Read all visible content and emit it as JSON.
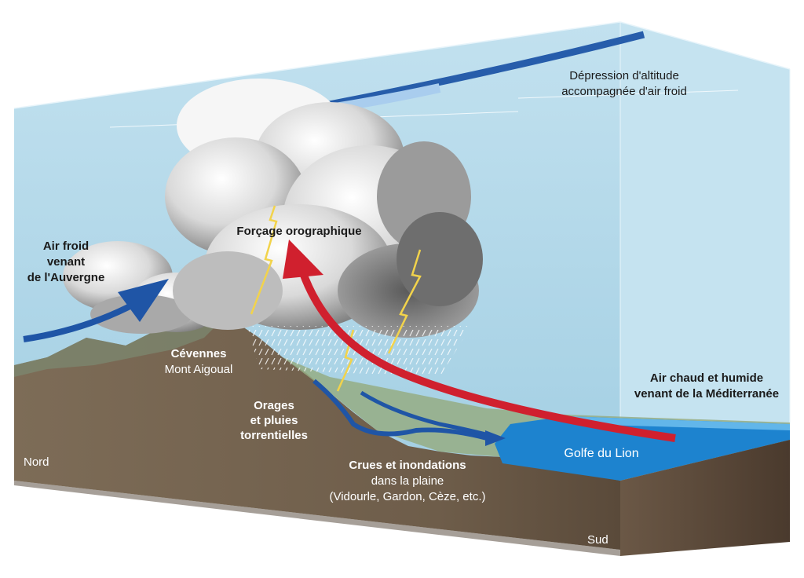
{
  "labels": {
    "depression_line1": "Dépression d'altitude",
    "depression_line2": "accompagnée d'air froid",
    "forcage": "Forçage orographique",
    "air_froid_line1": "Air froid",
    "air_froid_line2": "venant",
    "air_froid_line3": "de l'Auvergne",
    "cevennes": "Cévennes",
    "mont_aigoual": "Mont Aigoual",
    "orages_line1": "Orages",
    "orages_line2": "et pluies",
    "orages_line3": "torrentielles",
    "air_chaud_line1": "Air chaud et humide",
    "air_chaud_line2": "venant de la Méditerranée",
    "golfe": "Golfe du Lion",
    "crues_line1": "Crues et inondations",
    "crues_line2": "dans la plaine",
    "crues_line3": "(Vidourle, Gardon, Cèze, etc.)",
    "nord": "Nord",
    "sud": "Sud"
  },
  "colors": {
    "sky": "#a9d3e6",
    "sky_top": "#c7e4f0",
    "ground": "#7b6a55",
    "ground_dark": "#5e4e3e",
    "sea": "#1d83cf",
    "cold_arrow": "#1f55a6",
    "warm_arrow": "#d0202e",
    "lightning": "#f2d34b"
  }
}
